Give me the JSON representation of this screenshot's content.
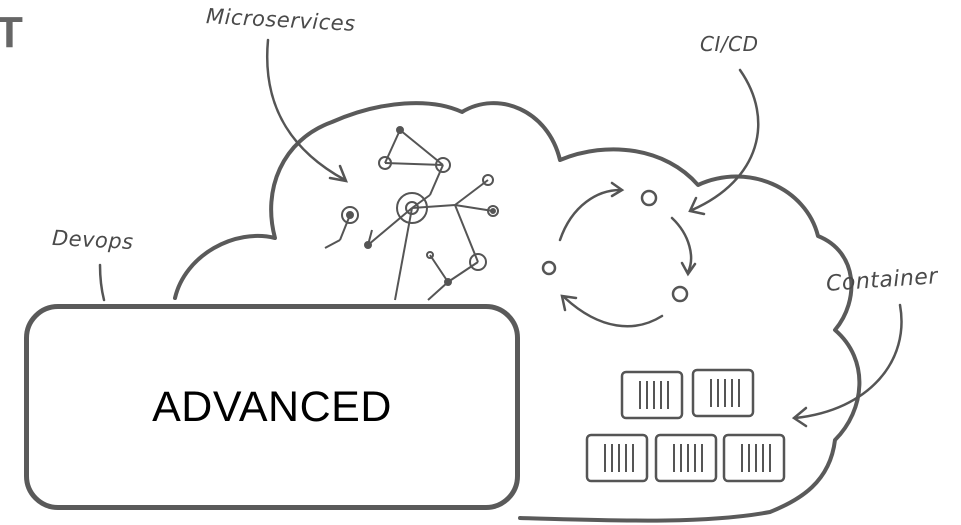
{
  "corner_fragment": "T",
  "labels": {
    "microservices": "Microservices",
    "cicd": "CI/CD",
    "devops": "Devops",
    "container": "Container"
  },
  "badge": {
    "text": "ADVANCED"
  },
  "colors": {
    "stroke": "#5a5a5a",
    "background": "#ffffff",
    "badge_border": "#5a5a5a"
  },
  "icons": [
    "cloud-outline-icon",
    "microservices-graph-icon",
    "cicd-cycle-icon",
    "container-boxes-icon",
    "arrow-icon"
  ]
}
